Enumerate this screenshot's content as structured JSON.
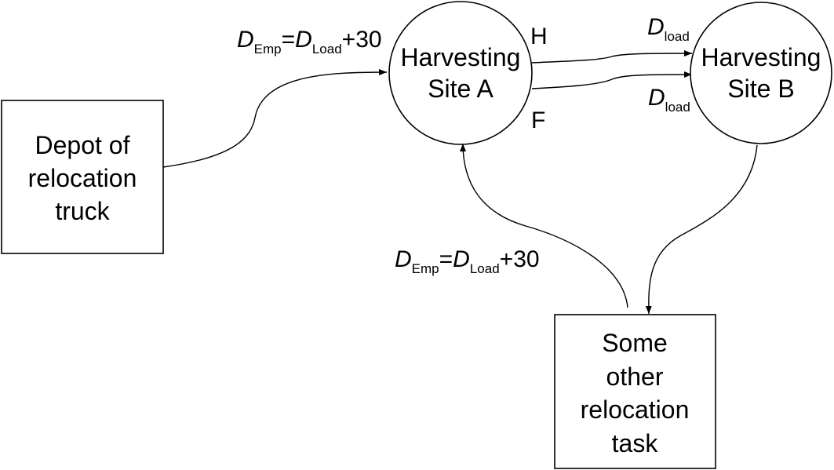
{
  "nodes": {
    "depot": {
      "lines": [
        "Depot of",
        "relocation",
        "truck"
      ]
    },
    "site_a": {
      "lines": [
        "Harvesting",
        "Site A"
      ]
    },
    "site_b": {
      "lines": [
        "Harvesting",
        "Site B"
      ]
    },
    "other_task": {
      "lines": [
        "Some",
        "other",
        "relocation",
        "task"
      ]
    }
  },
  "labels": {
    "depot_to_a": {
      "d": "D",
      "sub1": "Emp",
      "eq": "=",
      "d2": "D",
      "sub2": "Load",
      "rest": "+30"
    },
    "other_to_a": {
      "d": "D",
      "sub1": "Emp",
      "eq": "=",
      "d2": "D",
      "sub2": "Load",
      "rest": "+30"
    },
    "a_to_b_top": {
      "d": "D",
      "sub": "load"
    },
    "a_to_b_bottom": {
      "d": "D",
      "sub": "load"
    },
    "mark_h": "H",
    "mark_f": "F"
  }
}
